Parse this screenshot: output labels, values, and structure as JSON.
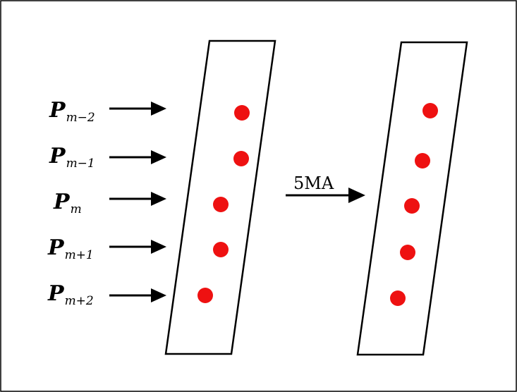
{
  "inputs": [
    {
      "main": "P",
      "sub": "m−2"
    },
    {
      "main": "P",
      "sub": "m−1"
    },
    {
      "main": "P",
      "sub": "m"
    },
    {
      "main": "P",
      "sub": "m+1"
    },
    {
      "main": "P",
      "sub": "m+2"
    }
  ],
  "operation": {
    "label": "5MA"
  },
  "colors": {
    "dot": "#ee1111",
    "stroke": "#000000",
    "background": "#ffffff"
  }
}
